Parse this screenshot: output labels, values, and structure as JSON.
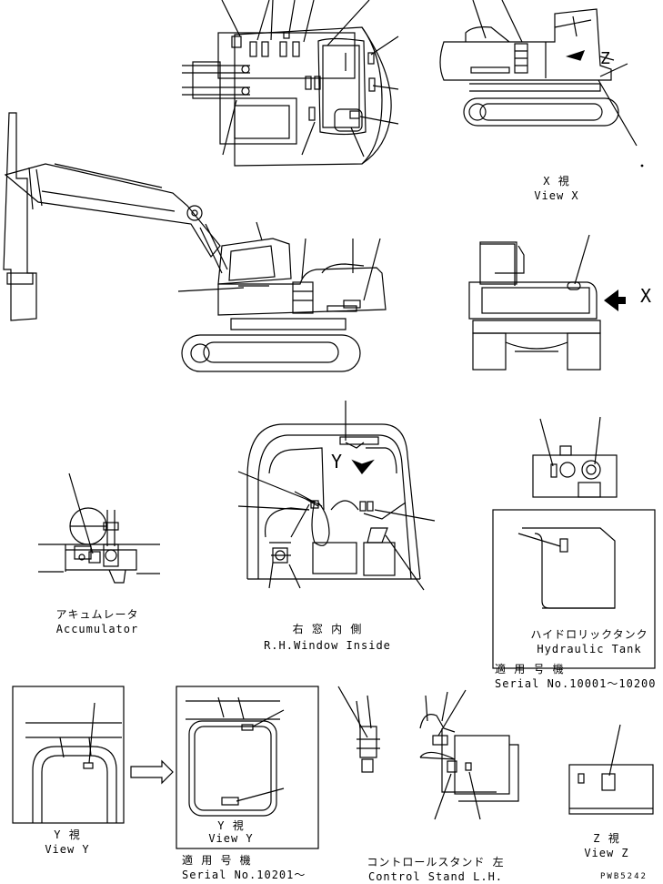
{
  "views": {
    "view_x": {
      "jp": "X 視",
      "en": "View X"
    },
    "x_letter": "X",
    "accumulator": {
      "jp": "アキュムレータ",
      "en": "Accumulator"
    },
    "window": {
      "jp": "右 窓 内 側",
      "en": "R.H.Window Inside"
    },
    "y_letter": "Y",
    "hydraulic_tank": {
      "jp": "ハイドロリックタンク",
      "en": "Hydraulic Tank"
    },
    "serial_a": {
      "jp": "適 用 号 機",
      "en": "Serial No.10001～10200"
    },
    "view_y_left": {
      "jp": "Y 視",
      "en": "View Y"
    },
    "view_y_right": {
      "jp": "Y 視",
      "en": "View Y"
    },
    "serial_b": {
      "jp": "適 用 号 機",
      "en": "Serial No.10201～"
    },
    "control_stand": {
      "jp": "コントロールスタンド 左",
      "en": "Control Stand L.H."
    },
    "view_z": {
      "jp": "Z 視",
      "en": "View Z"
    },
    "z_letter": "Z",
    "drawing_code": "PWB5242"
  }
}
